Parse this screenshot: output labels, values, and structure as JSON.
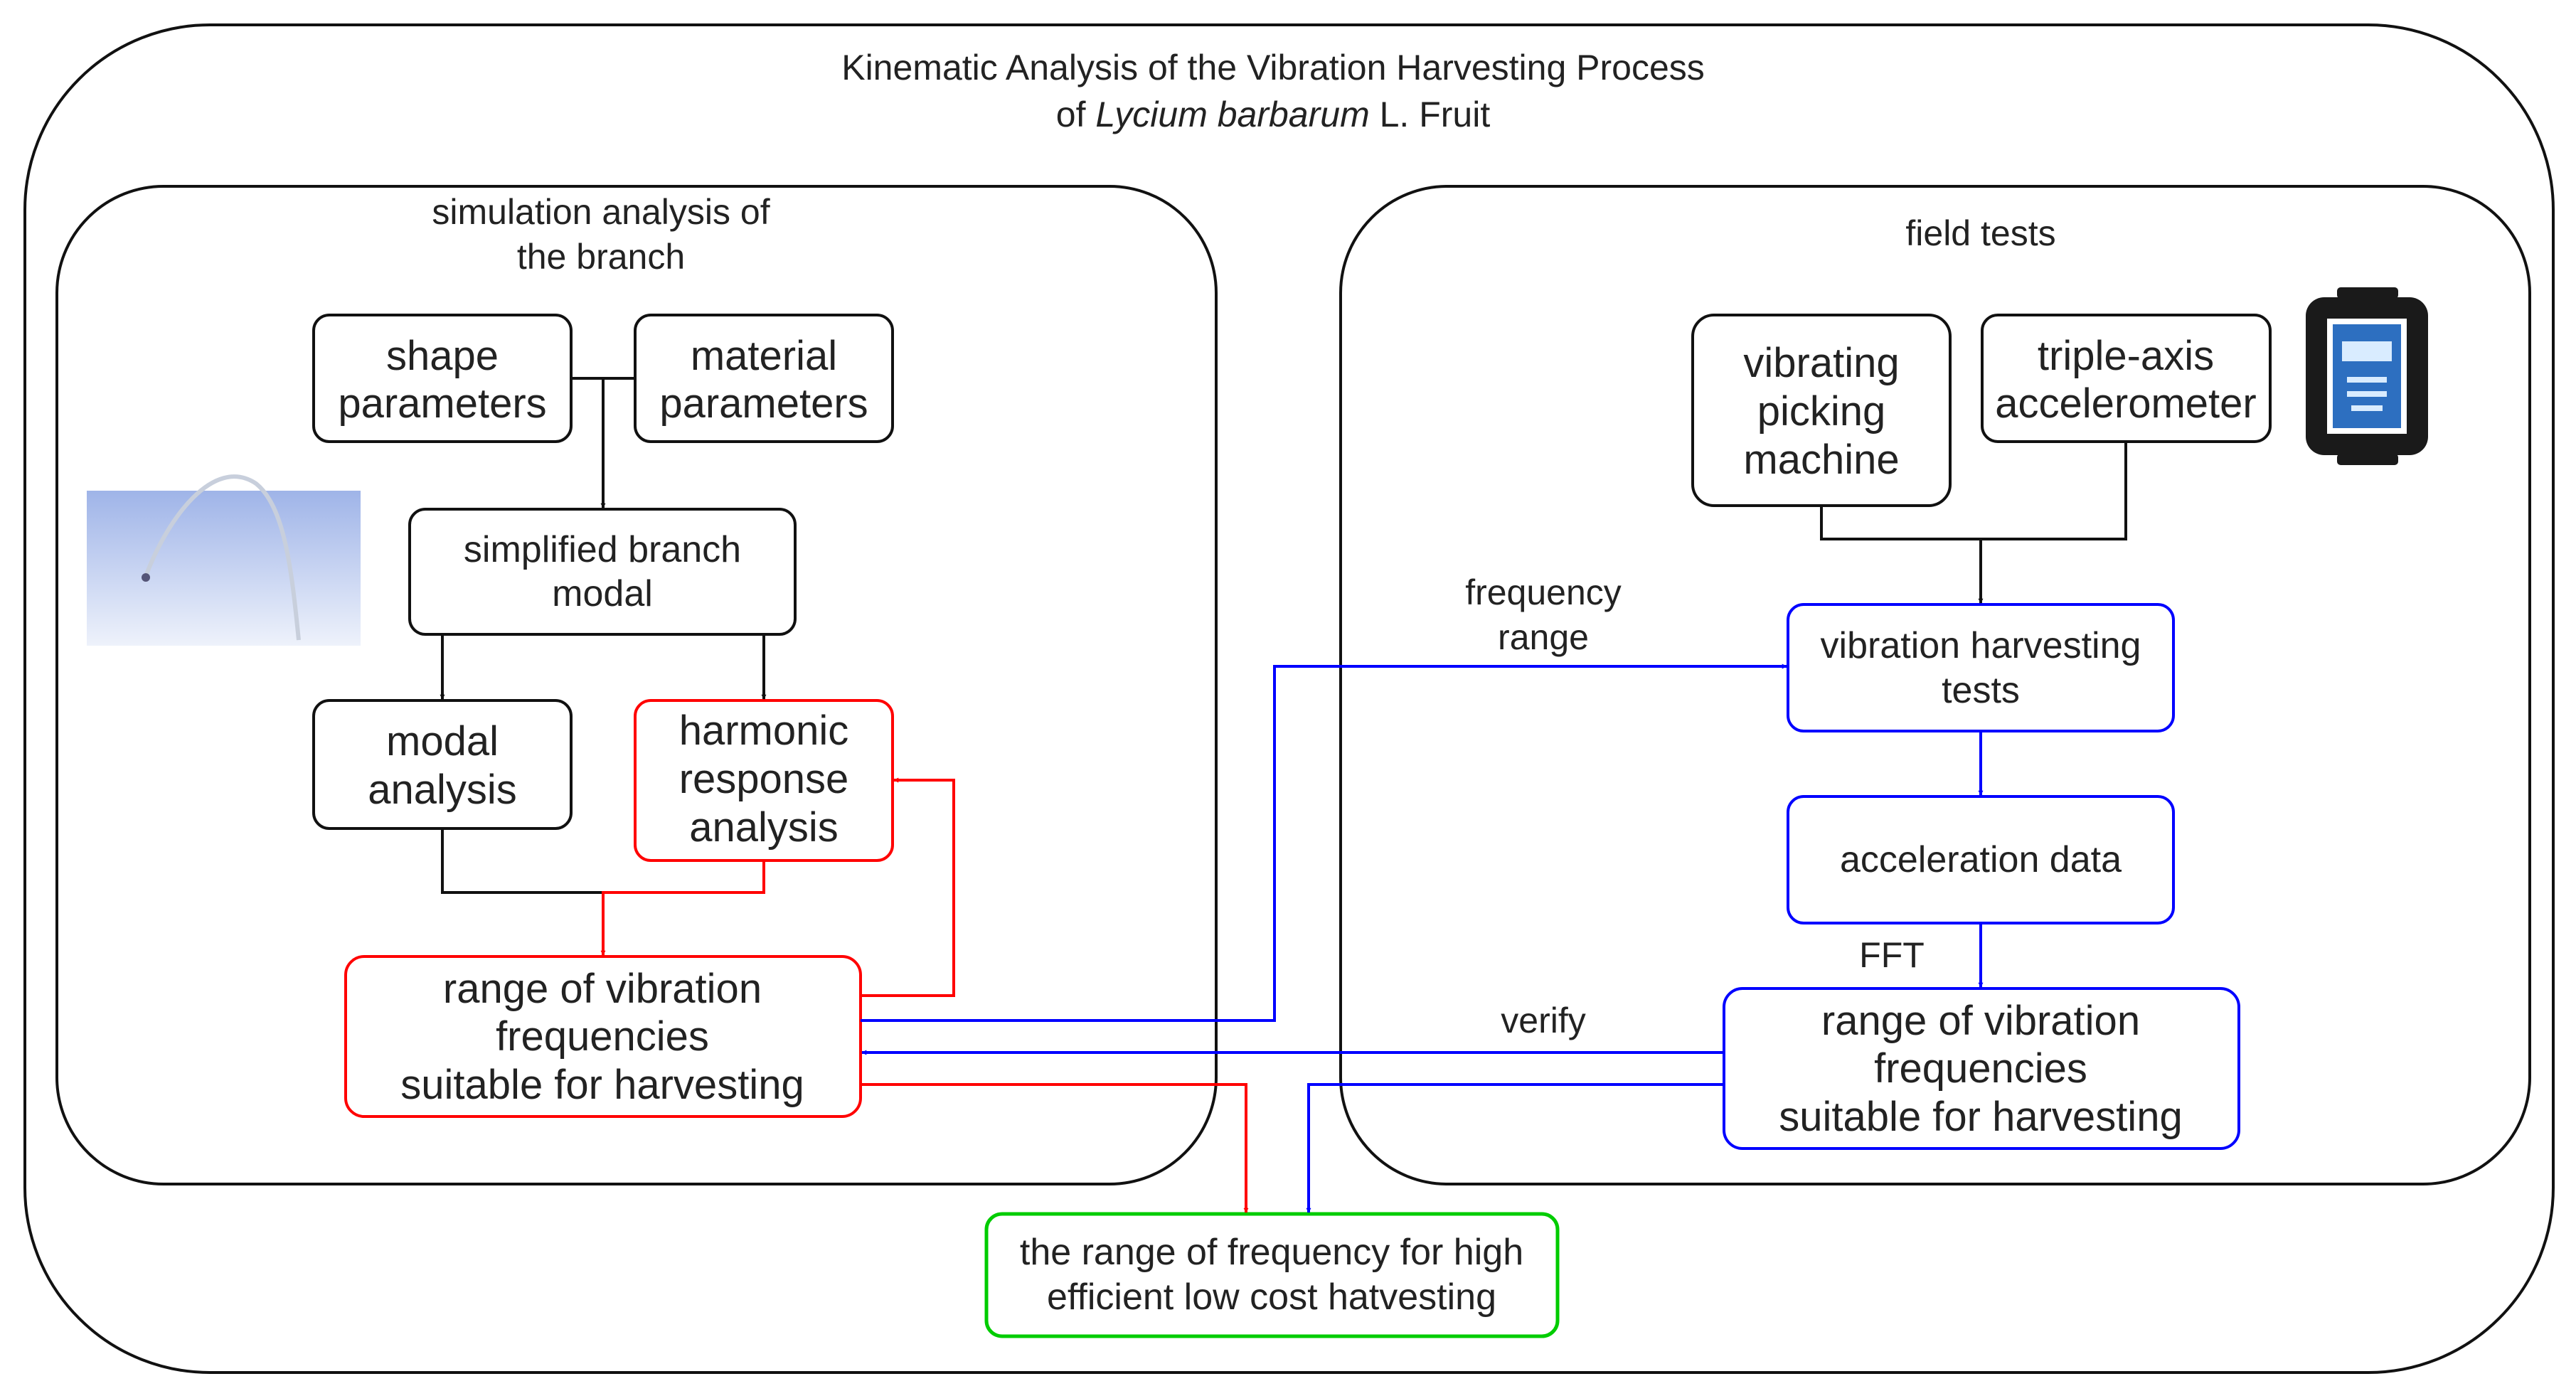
{
  "title": {
    "line1": "Kinematic Analysis of the Vibration Harvesting Process",
    "line2_prefix": "of ",
    "line2_italic": "Lycium barbarum",
    "line2_suffix": " L. Fruit"
  },
  "groups": {
    "simulation": {
      "line1": "simulation analysis of",
      "line2": "the branch"
    },
    "field": {
      "line1": "field tests"
    }
  },
  "nodes": {
    "shape_parameters": [
      "shape",
      "parameters"
    ],
    "material_parameters": [
      "material",
      "parameters"
    ],
    "simplified_branch_modal": [
      "simplified branch",
      "modal"
    ],
    "modal_analysis": [
      "modal",
      "analysis"
    ],
    "harmonic_response_analysis": [
      "harmonic",
      "response",
      "analysis"
    ],
    "sim_frequency_range": [
      "range of vibration",
      "frequencies",
      "suitable for harvesting"
    ],
    "vibrating_picking_machine": [
      "vibrating",
      "picking",
      "machine"
    ],
    "triple_axis_accelerometer": [
      "triple-axis",
      "accelerometer"
    ],
    "vibration_harvesting_tests": [
      "vibration harvesting",
      "tests"
    ],
    "acceleration_data": [
      "acceleration data"
    ],
    "field_frequency_range": [
      "range of vibration",
      "frequencies",
      "suitable for harvesting"
    ],
    "result": [
      "the range of frequency for high",
      "efficient low cost hatvesting"
    ]
  },
  "edge_labels": {
    "frequency_range": [
      "frequency",
      "range"
    ],
    "fft": "FFT",
    "verify": "verify"
  },
  "colors": {
    "black": "#111111",
    "red": "#ff0000",
    "blue": "#0000ff",
    "green": "#00cc00"
  }
}
